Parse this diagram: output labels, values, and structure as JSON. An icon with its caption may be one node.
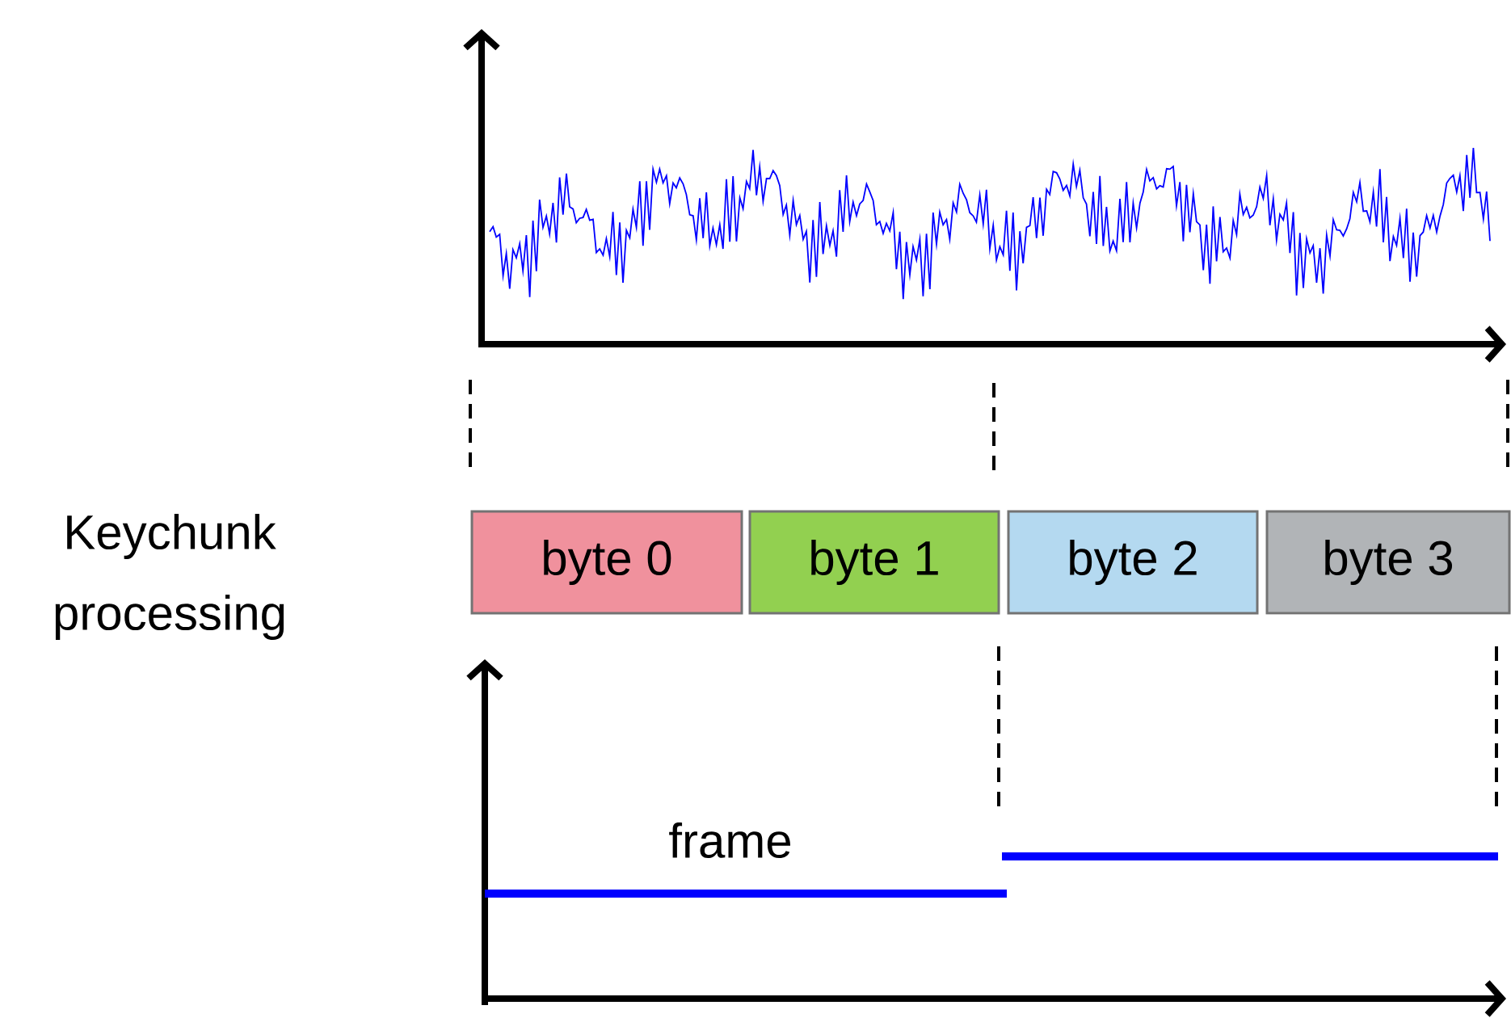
{
  "diagram": {
    "nodes": [
      {
        "text": [
          "byte 0"
        ]
      },
      {
        "text": [
          "byte 1"
        ]
      },
      {
        "text": [
          "byte 2"
        ]
      },
      {
        "text": [
          "byte 3"
        ]
      }
    ],
    "labels": [
      "Keychunk processing",
      "frame"
    ]
  }
}
